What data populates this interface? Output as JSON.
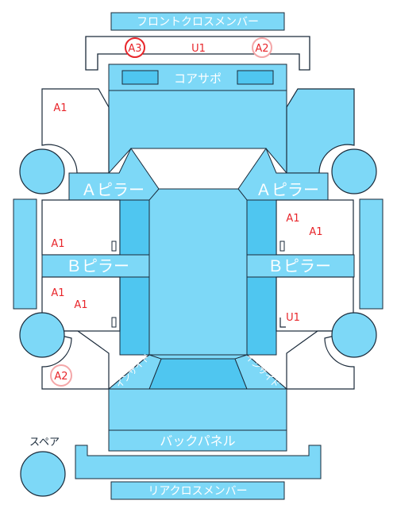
{
  "part_labels": {
    "front_cross_member": "フロントクロスメンバー",
    "core_support": "コアサポ",
    "a_pillar_left": "Ａピラー",
    "a_pillar_right": "Ａピラー",
    "b_pillar_left": "Ｂピラー",
    "b_pillar_right": "Ｂピラー",
    "back_panel": "バックパネル",
    "rear_cross_member": "リアクロスメンバー",
    "spare": "スペア",
    "inside_left": "インサイド",
    "inside_right": "インサイド"
  },
  "damage_codes": {
    "front_left": "A3",
    "front_center": "U1",
    "front_right": "A2",
    "front_left_fender": "A1",
    "front_left_door": "A1",
    "rear_left_door_1": "A1",
    "rear_left_door_2": "A1",
    "rear_left_quarter": "A2",
    "front_right_door_1": "A1",
    "front_right_door_2": "A1",
    "rear_right_door": "U1"
  },
  "colors": {
    "panel_fill": "#7dd8f7",
    "panel_fill_dark": "#4fc6f0",
    "outline": "#1a2a3a",
    "label_text": "#ffffff",
    "damage_text": "#e8262b",
    "circle_strong": "#e8262b",
    "circle_faint": "#f4a7a9"
  }
}
